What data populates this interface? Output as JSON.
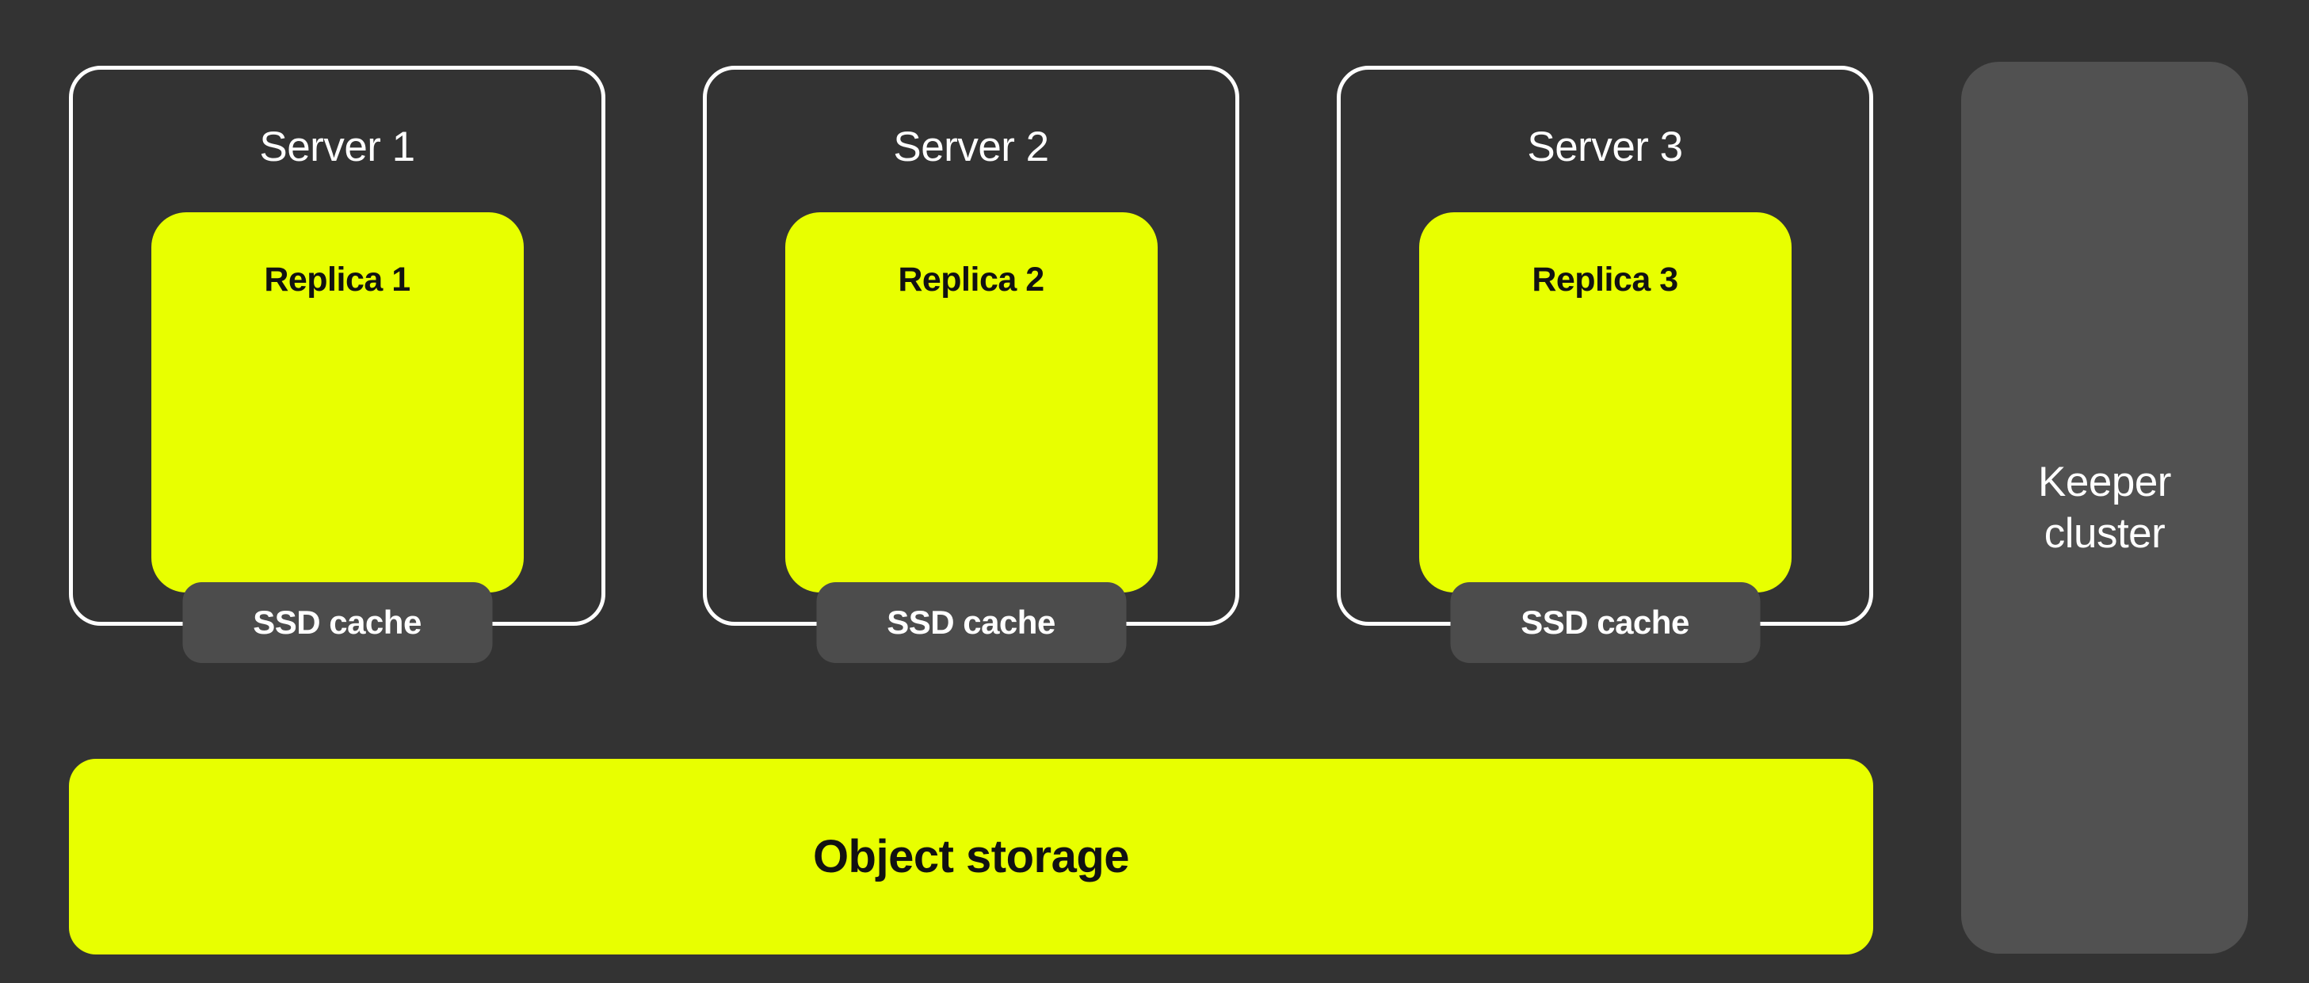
{
  "colors": {
    "bg": "#333333",
    "accent": "#E8FF00",
    "panel": "#4C4C4C",
    "keeper": "#515151",
    "ink": "#111111",
    "line": "#FFFFFF"
  },
  "diagram": {
    "servers": [
      {
        "label": "Server 1",
        "replica_label": "Replica 1",
        "cache_label": "SSD cache"
      },
      {
        "label": "Server 2",
        "replica_label": "Replica 2",
        "cache_label": "SSD cache"
      },
      {
        "label": "Server 3",
        "replica_label": "Replica 3",
        "cache_label": "SSD cache"
      }
    ],
    "object_storage": {
      "label": "Object storage"
    },
    "keeper": {
      "lines": [
        "Keeper",
        "cluster"
      ]
    }
  }
}
